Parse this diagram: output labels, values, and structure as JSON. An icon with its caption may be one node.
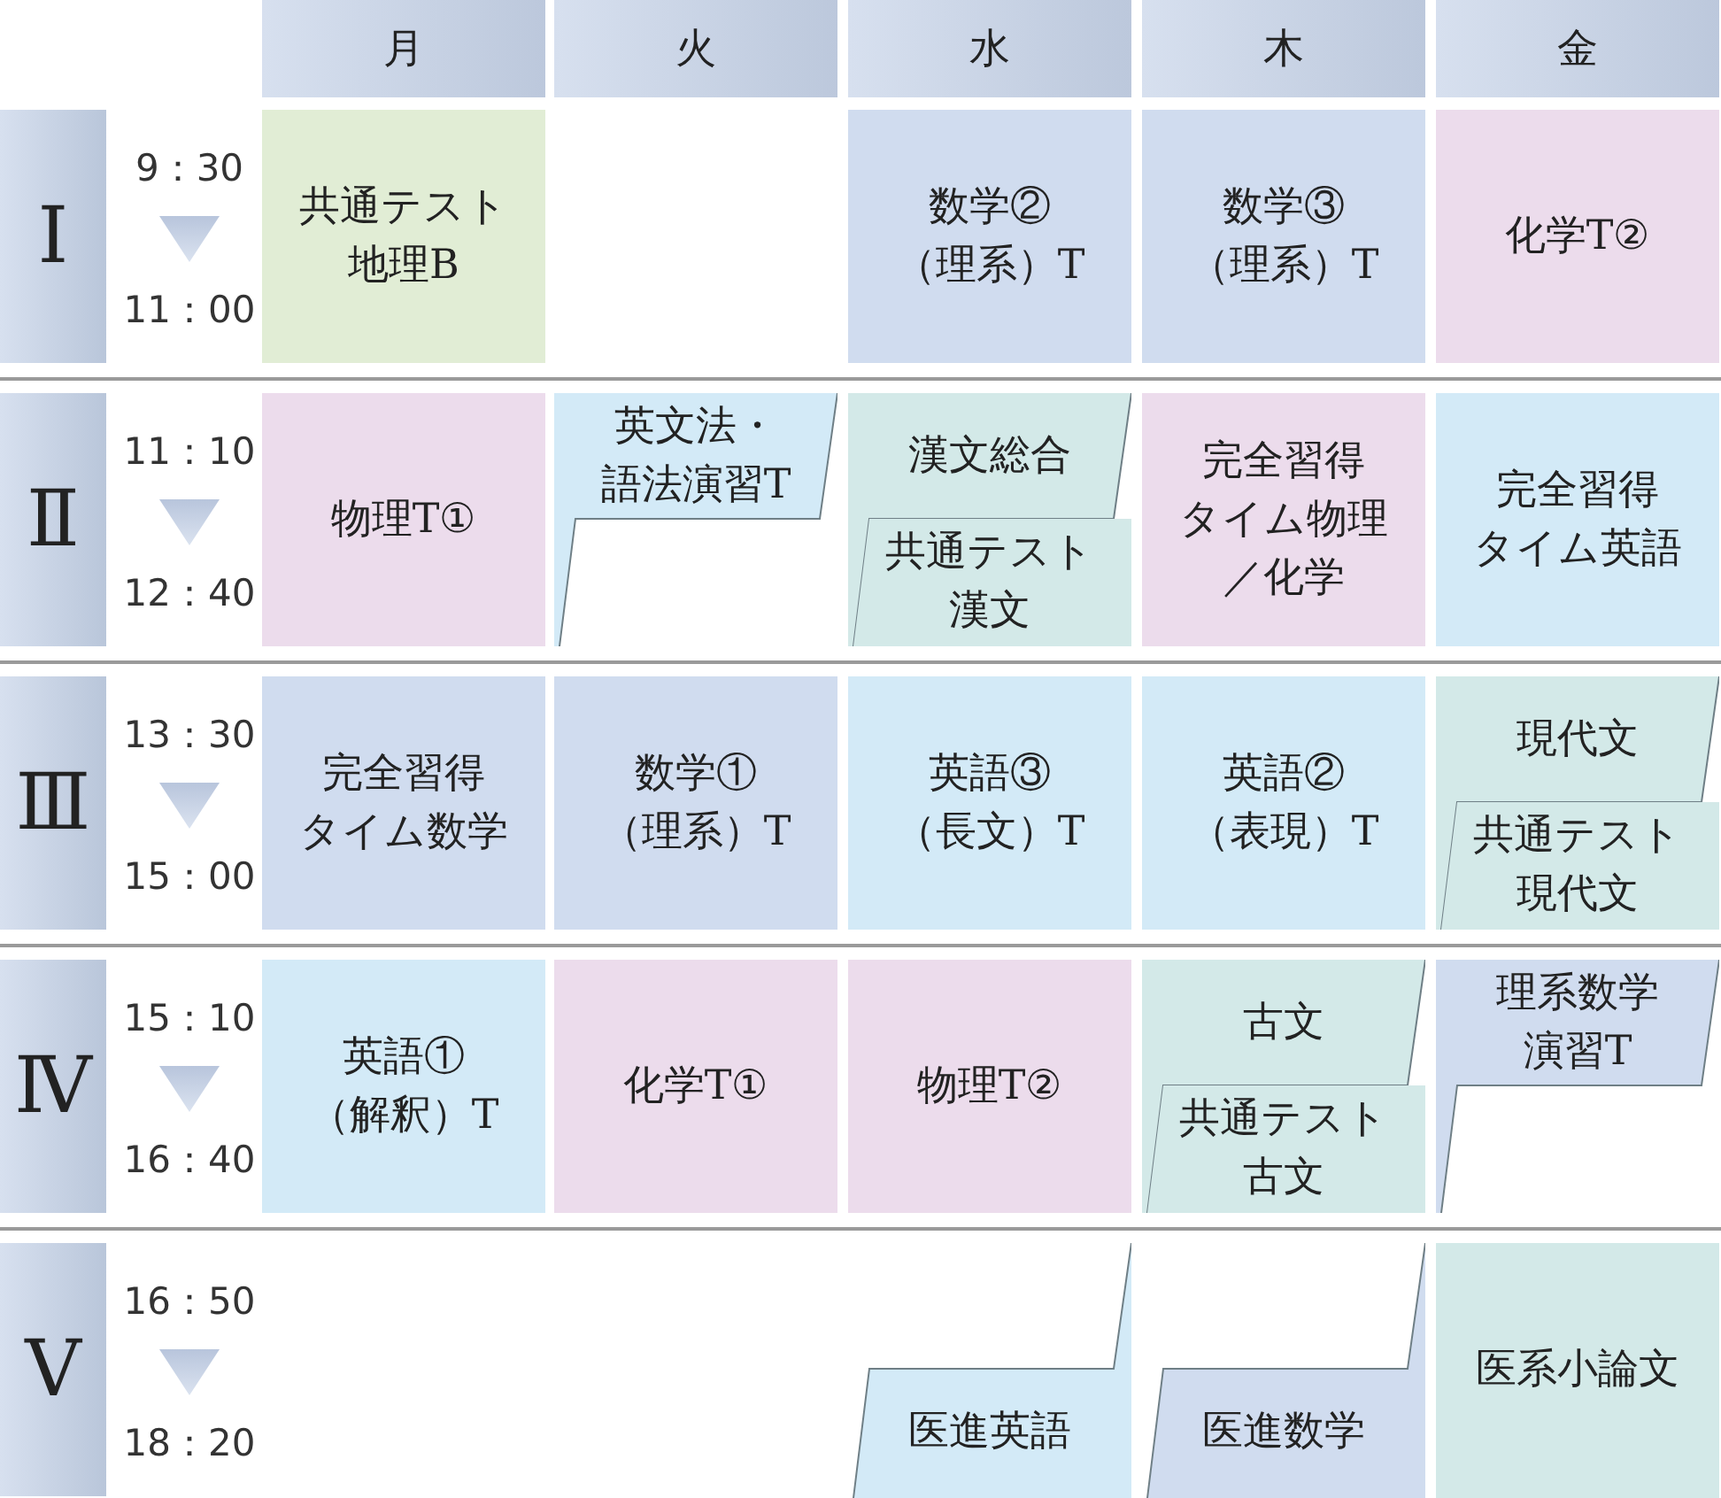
{
  "diagram": {
    "nodes": [
      {
        "text": [
          "月"
        ]
      },
      {
        "text": [
          "火"
        ]
      },
      {
        "text": [
          "水"
        ]
      },
      {
        "text": [
          "木"
        ]
      },
      {
        "text": [
          "金"
        ]
      },
      {
        "text": [
          "Ⅰ"
        ]
      },
      {
        "text": [
          "共通テスト地理B"
        ]
      },
      {
        "text": [
          "数学②（理系）T"
        ]
      },
      {
        "text": [
          "数学③（理系）T"
        ]
      },
      {
        "text": [
          "化学T②"
        ]
      },
      {
        "text": [
          "Ⅱ"
        ]
      },
      {
        "text": [
          "物理T①"
        ]
      },
      {
        "text": [
          "英文法・語法演習T"
        ]
      },
      {
        "text": [
          "漢文総合"
        ]
      },
      {
        "text": [
          "共通テスト漢文"
        ]
      },
      {
        "text": [
          "完全習得タイム物理／化学"
        ]
      },
      {
        "text": [
          "完全習得タイム英語"
        ]
      },
      {
        "text": [
          "Ⅲ"
        ]
      },
      {
        "text": [
          "完全習得タイム数学"
        ]
      },
      {
        "text": [
          "数学①（理系）T"
        ]
      },
      {
        "text": [
          "英語③（長文）T"
        ]
      },
      {
        "text": [
          "英語②（表現）T"
        ]
      },
      {
        "text": [
          "現代文"
        ]
      },
      {
        "text": [
          "共通テスト現代文"
        ]
      },
      {
        "text": [
          "Ⅳ"
        ]
      },
      {
        "text": [
          "英語①（解釈）T"
        ]
      },
      {
        "text": [
          "化学T①"
        ]
      },
      {
        "text": [
          "物理T②"
        ]
      },
      {
        "text": [
          "古文"
        ]
      },
      {
        "text": [
          "共通テスト古文"
        ]
      },
      {
        "text": [
          "理系数学演習T"
        ]
      },
      {
        "text": [
          "Ⅴ"
        ]
      },
      {
        "text": [
          "医進英語"
        ]
      },
      {
        "text": [
          "医進数学"
        ]
      },
      {
        "text": [
          "医系小論文"
        ]
      }
    ],
    "labels": [
      "9：30",
      "11：00",
      "11：10",
      "12：40",
      "13：30",
      "15：00",
      "15：10",
      "16：40",
      "16：50",
      "18：20"
    ]
  }
}
